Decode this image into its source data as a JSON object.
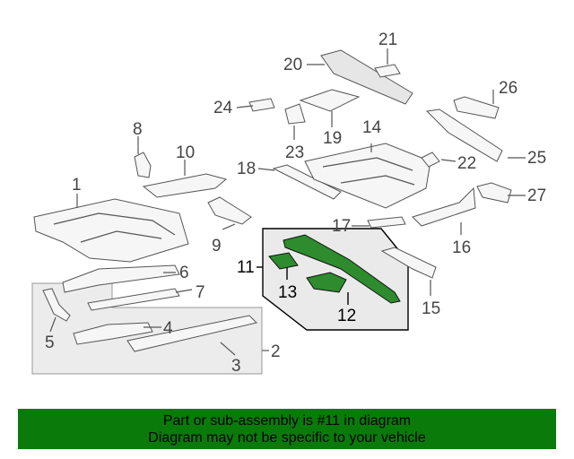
{
  "diagram": {
    "callouts": {
      "c1": "1",
      "c2": "2",
      "c3": "3",
      "c4": "4",
      "c5": "5",
      "c6": "6",
      "c7": "7",
      "c8": "8",
      "c9": "9",
      "c10": "10",
      "c11": "11",
      "c12": "12",
      "c13": "13",
      "c14": "14",
      "c15": "15",
      "c16": "16",
      "c17": "17",
      "c18": "18",
      "c19": "19",
      "c20": "20",
      "c21": "21",
      "c22": "22",
      "c23": "23",
      "c24": "24",
      "c25": "25",
      "c26": "26",
      "c27": "27"
    },
    "highlight_color": "#2e8b2e"
  },
  "banner": {
    "line1": "Part or sub-assembly is #11 in diagram",
    "line2": "Diagram may not be specific to your vehicle",
    "background": "#0a7a0a"
  }
}
